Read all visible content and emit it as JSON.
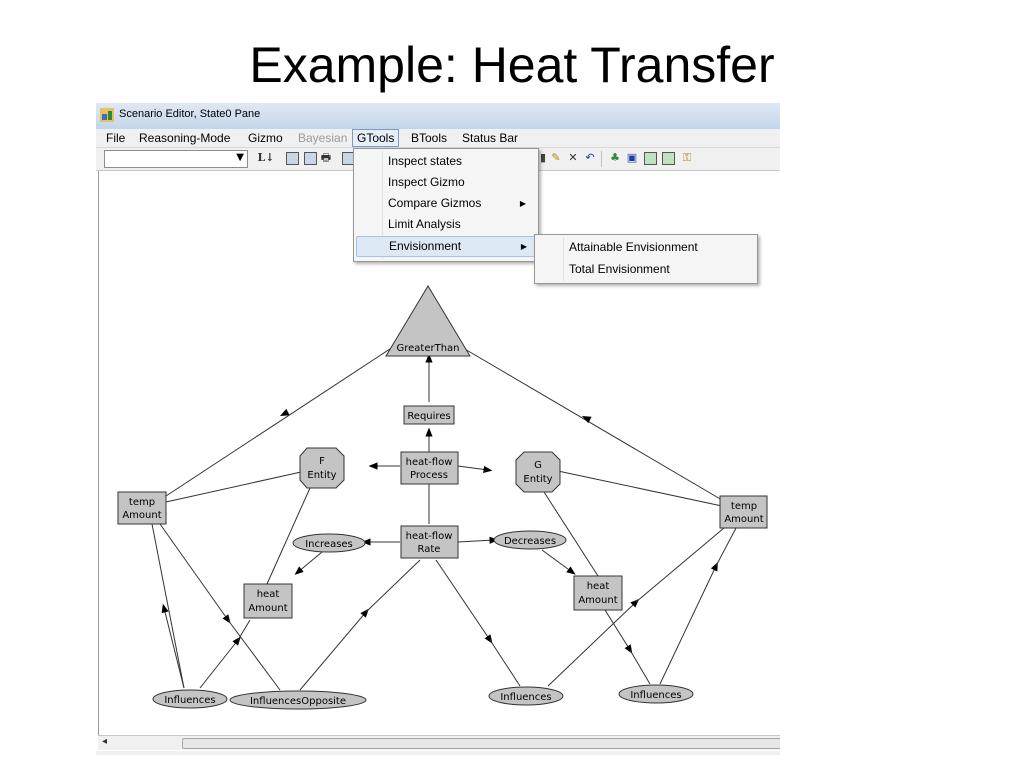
{
  "slide": {
    "title": "Example: Heat Transfer"
  },
  "window": {
    "title": "Scenario Editor, State0 Pane"
  },
  "menubar": {
    "items": [
      {
        "label": "File",
        "disabled": false
      },
      {
        "label": "Reasoning-Mode",
        "disabled": false
      },
      {
        "label": "Gizmo",
        "disabled": false
      },
      {
        "label": "Bayesian",
        "disabled": true
      },
      {
        "label": "GTools",
        "disabled": false
      },
      {
        "label": "BTools",
        "disabled": false
      },
      {
        "label": "Status Bar",
        "disabled": false
      }
    ]
  },
  "toolbar": {
    "layout_button": "L↓"
  },
  "gtools_menu": {
    "items": [
      {
        "label": "Inspect states"
      },
      {
        "label": "Inspect Gizmo"
      },
      {
        "label": "Compare Gizmos"
      },
      {
        "label": "Limit Analysis"
      },
      {
        "label": "Envisionment"
      }
    ]
  },
  "envisionment_submenu": {
    "items": [
      {
        "label": "Attainable Envisionment"
      },
      {
        "label": "Total Envisionment"
      }
    ]
  },
  "diagram": {
    "greater_than": "GreaterThan",
    "requires": "Requires",
    "heat_flow_process": [
      "heat-flow",
      "Process"
    ],
    "heat_flow_rate": [
      "heat-flow",
      "Rate"
    ],
    "f_entity": [
      "F",
      "Entity"
    ],
    "g_entity": [
      "G",
      "Entity"
    ],
    "temp_left": [
      "temp",
      "Amount"
    ],
    "temp_right": [
      "temp",
      "Amount"
    ],
    "heat_left": [
      "heat",
      "Amount"
    ],
    "heat_right": [
      "heat",
      "Amount"
    ],
    "increases": "Increases",
    "decreases": "Decreases",
    "influences_1": "Influences",
    "influences_opposite": "InfluencesOpposite",
    "influences_2": "Influences",
    "influences_3": "Influences"
  }
}
